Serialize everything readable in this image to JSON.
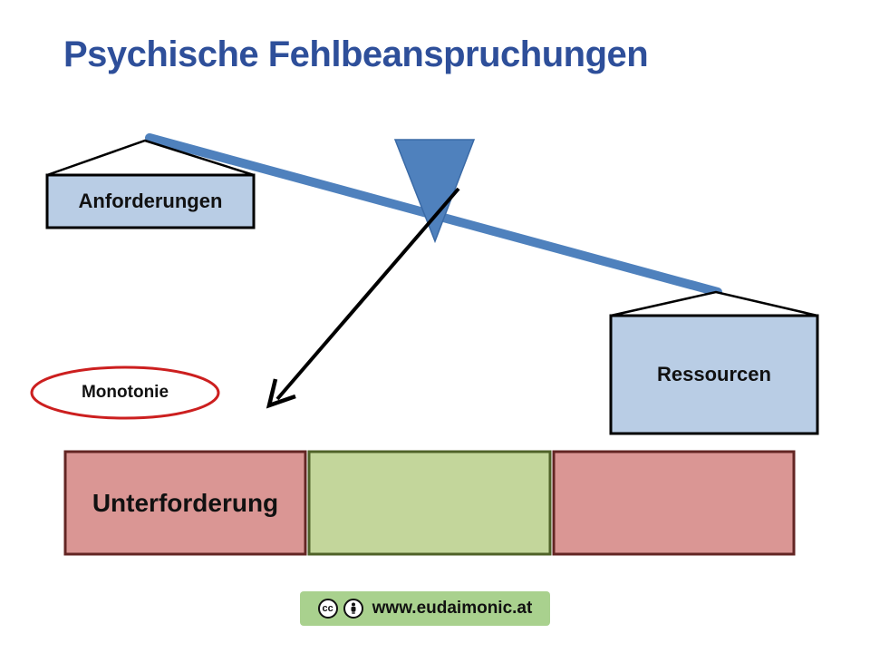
{
  "title": "Psychische Fehlbeanspruchungen",
  "scale": {
    "left_pan_label": "Anforderungen",
    "right_pan_label": "Ressourcen"
  },
  "ellipse_label": "Monotonie",
  "bars": [
    {
      "label": "Unterforderung",
      "fill": "#da9694",
      "stroke": "#632523"
    },
    {
      "label": "",
      "fill": "#c3d69b",
      "stroke": "#4f6228"
    },
    {
      "label": "",
      "fill": "#da9694",
      "stroke": "#632523"
    }
  ],
  "colors": {
    "title": "#2e4f9a",
    "beam": "#4f81bd",
    "pan_fill": "#b9cde5",
    "ellipse_stroke": "#cc1f1f",
    "footer_bg": "#a9d18e"
  },
  "footer": {
    "cc_icon": "cc",
    "by_icon": "person-icon",
    "text": "www.eudaimonic.at"
  }
}
